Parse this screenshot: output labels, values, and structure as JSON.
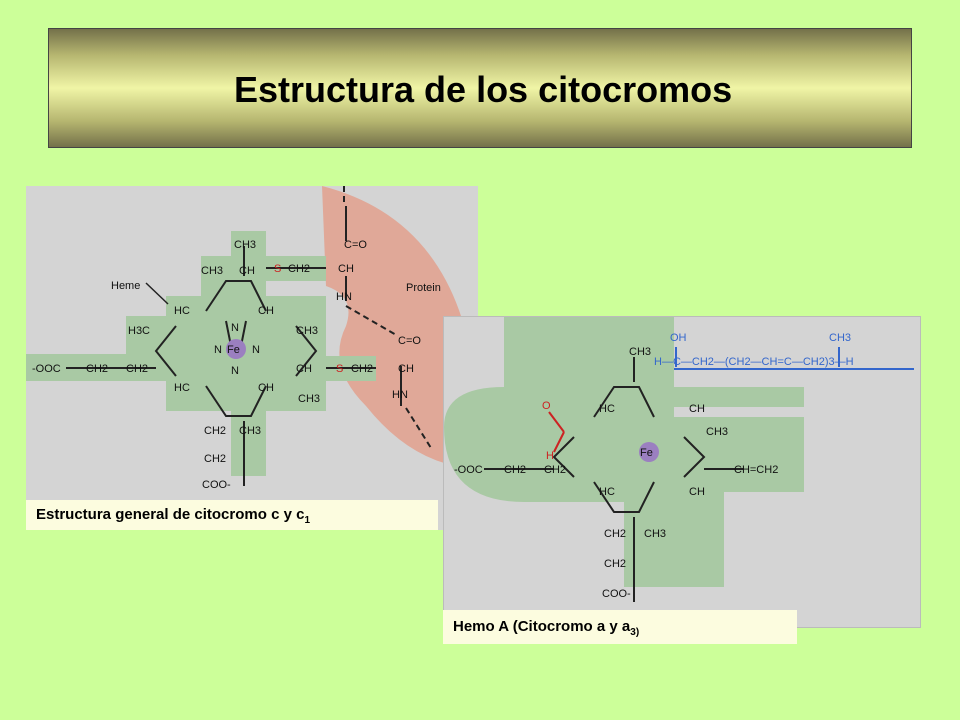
{
  "slide": {
    "title": "Estructura de los citocromos"
  },
  "figure1": {
    "caption_text": "Estructura general de citocromo c y c",
    "caption_sub": "1",
    "labels": {
      "heme": "Heme",
      "protein": "Protein",
      "fe": "Fe",
      "n": "N",
      "s": "S",
      "ch3": "CH3",
      "ch2": "CH2",
      "ch": "CH",
      "hc": "HC",
      "h3c": "H3C",
      "co": "C=O",
      "hn": "HN",
      "ooc": "-OOC",
      "coo": "COO-"
    }
  },
  "figure2": {
    "caption_text": "Hemo A (Citocromo a y a",
    "caption_sub": "3)",
    "labels": {
      "oh": "OH",
      "farnesyl": "H—C—CH2—(CH2—CH=C—CH2)3—H",
      "ch3_top": "CH3",
      "formyl_o": "O",
      "formyl_h": "H",
      "vinyl": "CH=CH2",
      "fe": "Fe"
    }
  },
  "colors": {
    "background": "#ccff99",
    "heme_region": "#a9c9a4",
    "protein_region": "#e0a898",
    "panel_gray": "#d4d4d4",
    "sulfur_red": "#cc2222",
    "chain_blue": "#3366cc",
    "iron_purple": "#9b7fc0"
  }
}
